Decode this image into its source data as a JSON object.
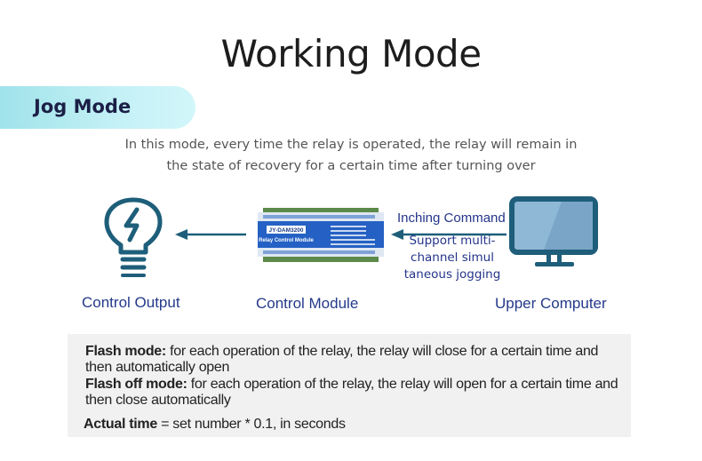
{
  "header": {
    "title": "Working Mode"
  },
  "section": {
    "label": "Jog Mode"
  },
  "description": {
    "line1": "In this mode, every time the relay is operated, the relay will remain in",
    "line2": "the state of recovery for a certain time after turning over"
  },
  "diagram": {
    "nodes": [
      {
        "id": "output",
        "label": "Control Output",
        "icon": "lightbulb-bolt-icon"
      },
      {
        "id": "module",
        "label": "Control Module",
        "icon": "relay-module-image",
        "device_model": "JY-DAM3200",
        "device_caption": "Relay Control Module"
      },
      {
        "id": "computer",
        "label": "Upper Computer",
        "icon": "monitor-icon"
      }
    ],
    "edges": [
      {
        "from": "computer",
        "to": "module",
        "label": "Inching Command",
        "note_lines": [
          "Support multi-",
          "channel simul",
          "taneous jogging"
        ]
      },
      {
        "from": "module",
        "to": "output"
      }
    ]
  },
  "notes": {
    "flash_mode_label": "Flash mode:",
    "flash_mode_text": " for each operation of the relay, the relay will close for a certain time and then automatically open",
    "flash_off_label": "Flash off mode:",
    "flash_off_text": " for each operation of the relay, the relay will open for a certain time and then close automatically",
    "actual_time_label": "Actual time",
    "actual_time_text": " = set number * 0.1, in seconds"
  },
  "colors": {
    "icon_stroke": "#1e5e7a",
    "monitor_screen": "#8fb8d6",
    "label_blue": "#243a8a",
    "pill_start": "#9fe3ea",
    "pill_end": "#d2f6fa",
    "note_bg": "#f1f1f1"
  }
}
